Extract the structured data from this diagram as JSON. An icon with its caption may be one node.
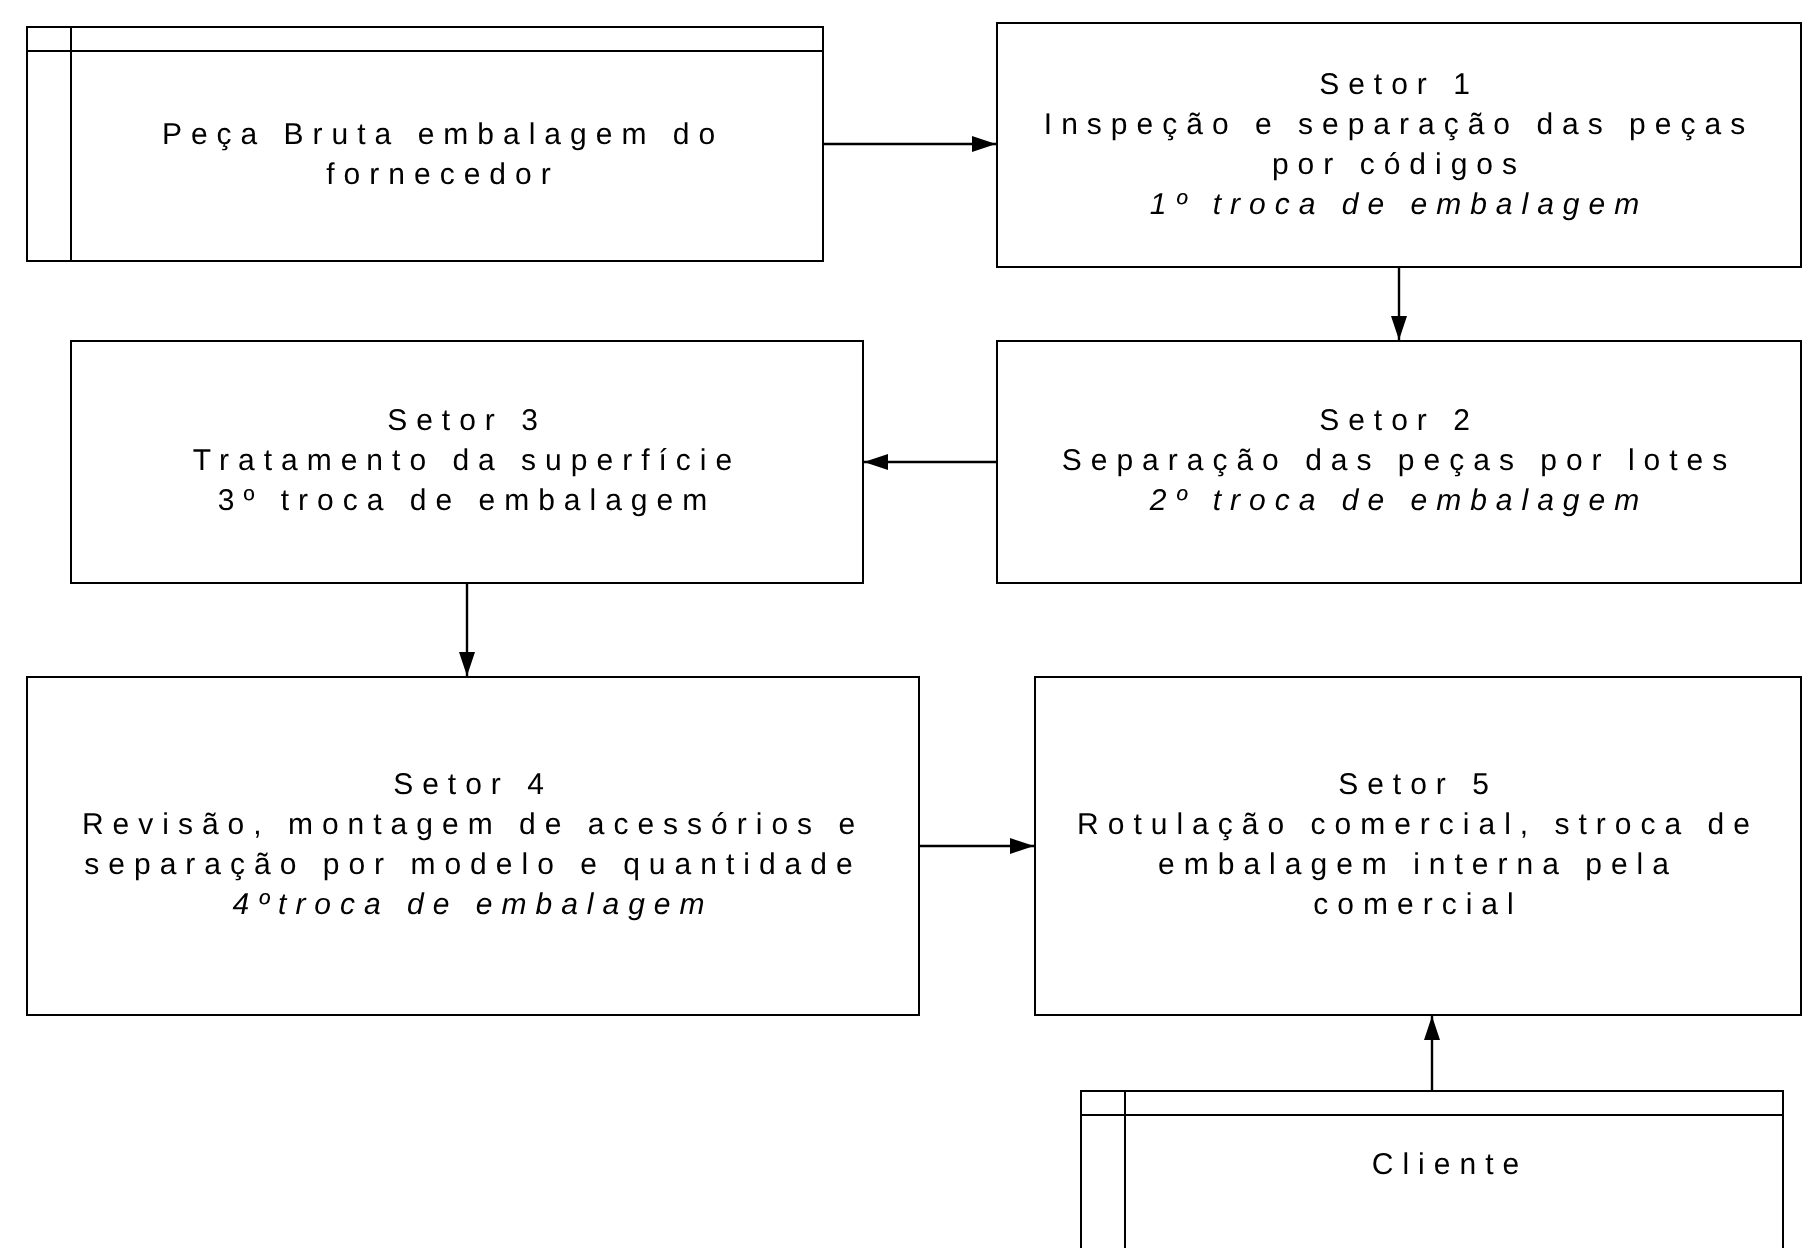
{
  "diagram": {
    "nodes": [
      {
        "text": [
          "Peça Bruta embalagem do fornecedor"
        ]
      },
      {
        "text": [
          "Setor 1",
          "Inspeção e separação das peças por códigos",
          "*1º troca de embalagem*"
        ]
      },
      {
        "text": [
          "Setor 2",
          "Separação das peças por lotes",
          "*2º troca de embalagem*"
        ]
      },
      {
        "text": [
          "Setor 3",
          "Tratamento da superfície",
          "3º troca de embalagem"
        ]
      },
      {
        "text": [
          "Setor 4",
          "Revisão, montagem de acessórios e separação por modelo e quantidade",
          "*4ºtroca de embalagem*"
        ]
      },
      {
        "text": [
          "Setor 5",
          "Rotulação comercial, stroca de embalagem interna pela comercial"
        ]
      },
      {
        "text": [
          "Cliente"
        ]
      }
    ],
    "edges": [
      {
        "from": 0,
        "to": 1,
        "arrow": "to"
      },
      {
        "from": 1,
        "to": 2,
        "arrow": "to"
      },
      {
        "from": 2,
        "to": 3,
        "arrow": "to"
      },
      {
        "from": 3,
        "to": 4,
        "arrow": "to"
      },
      {
        "from": 4,
        "to": 5,
        "arrow": "to"
      },
      {
        "from": 6,
        "to": 5,
        "arrow": "to"
      }
    ]
  }
}
